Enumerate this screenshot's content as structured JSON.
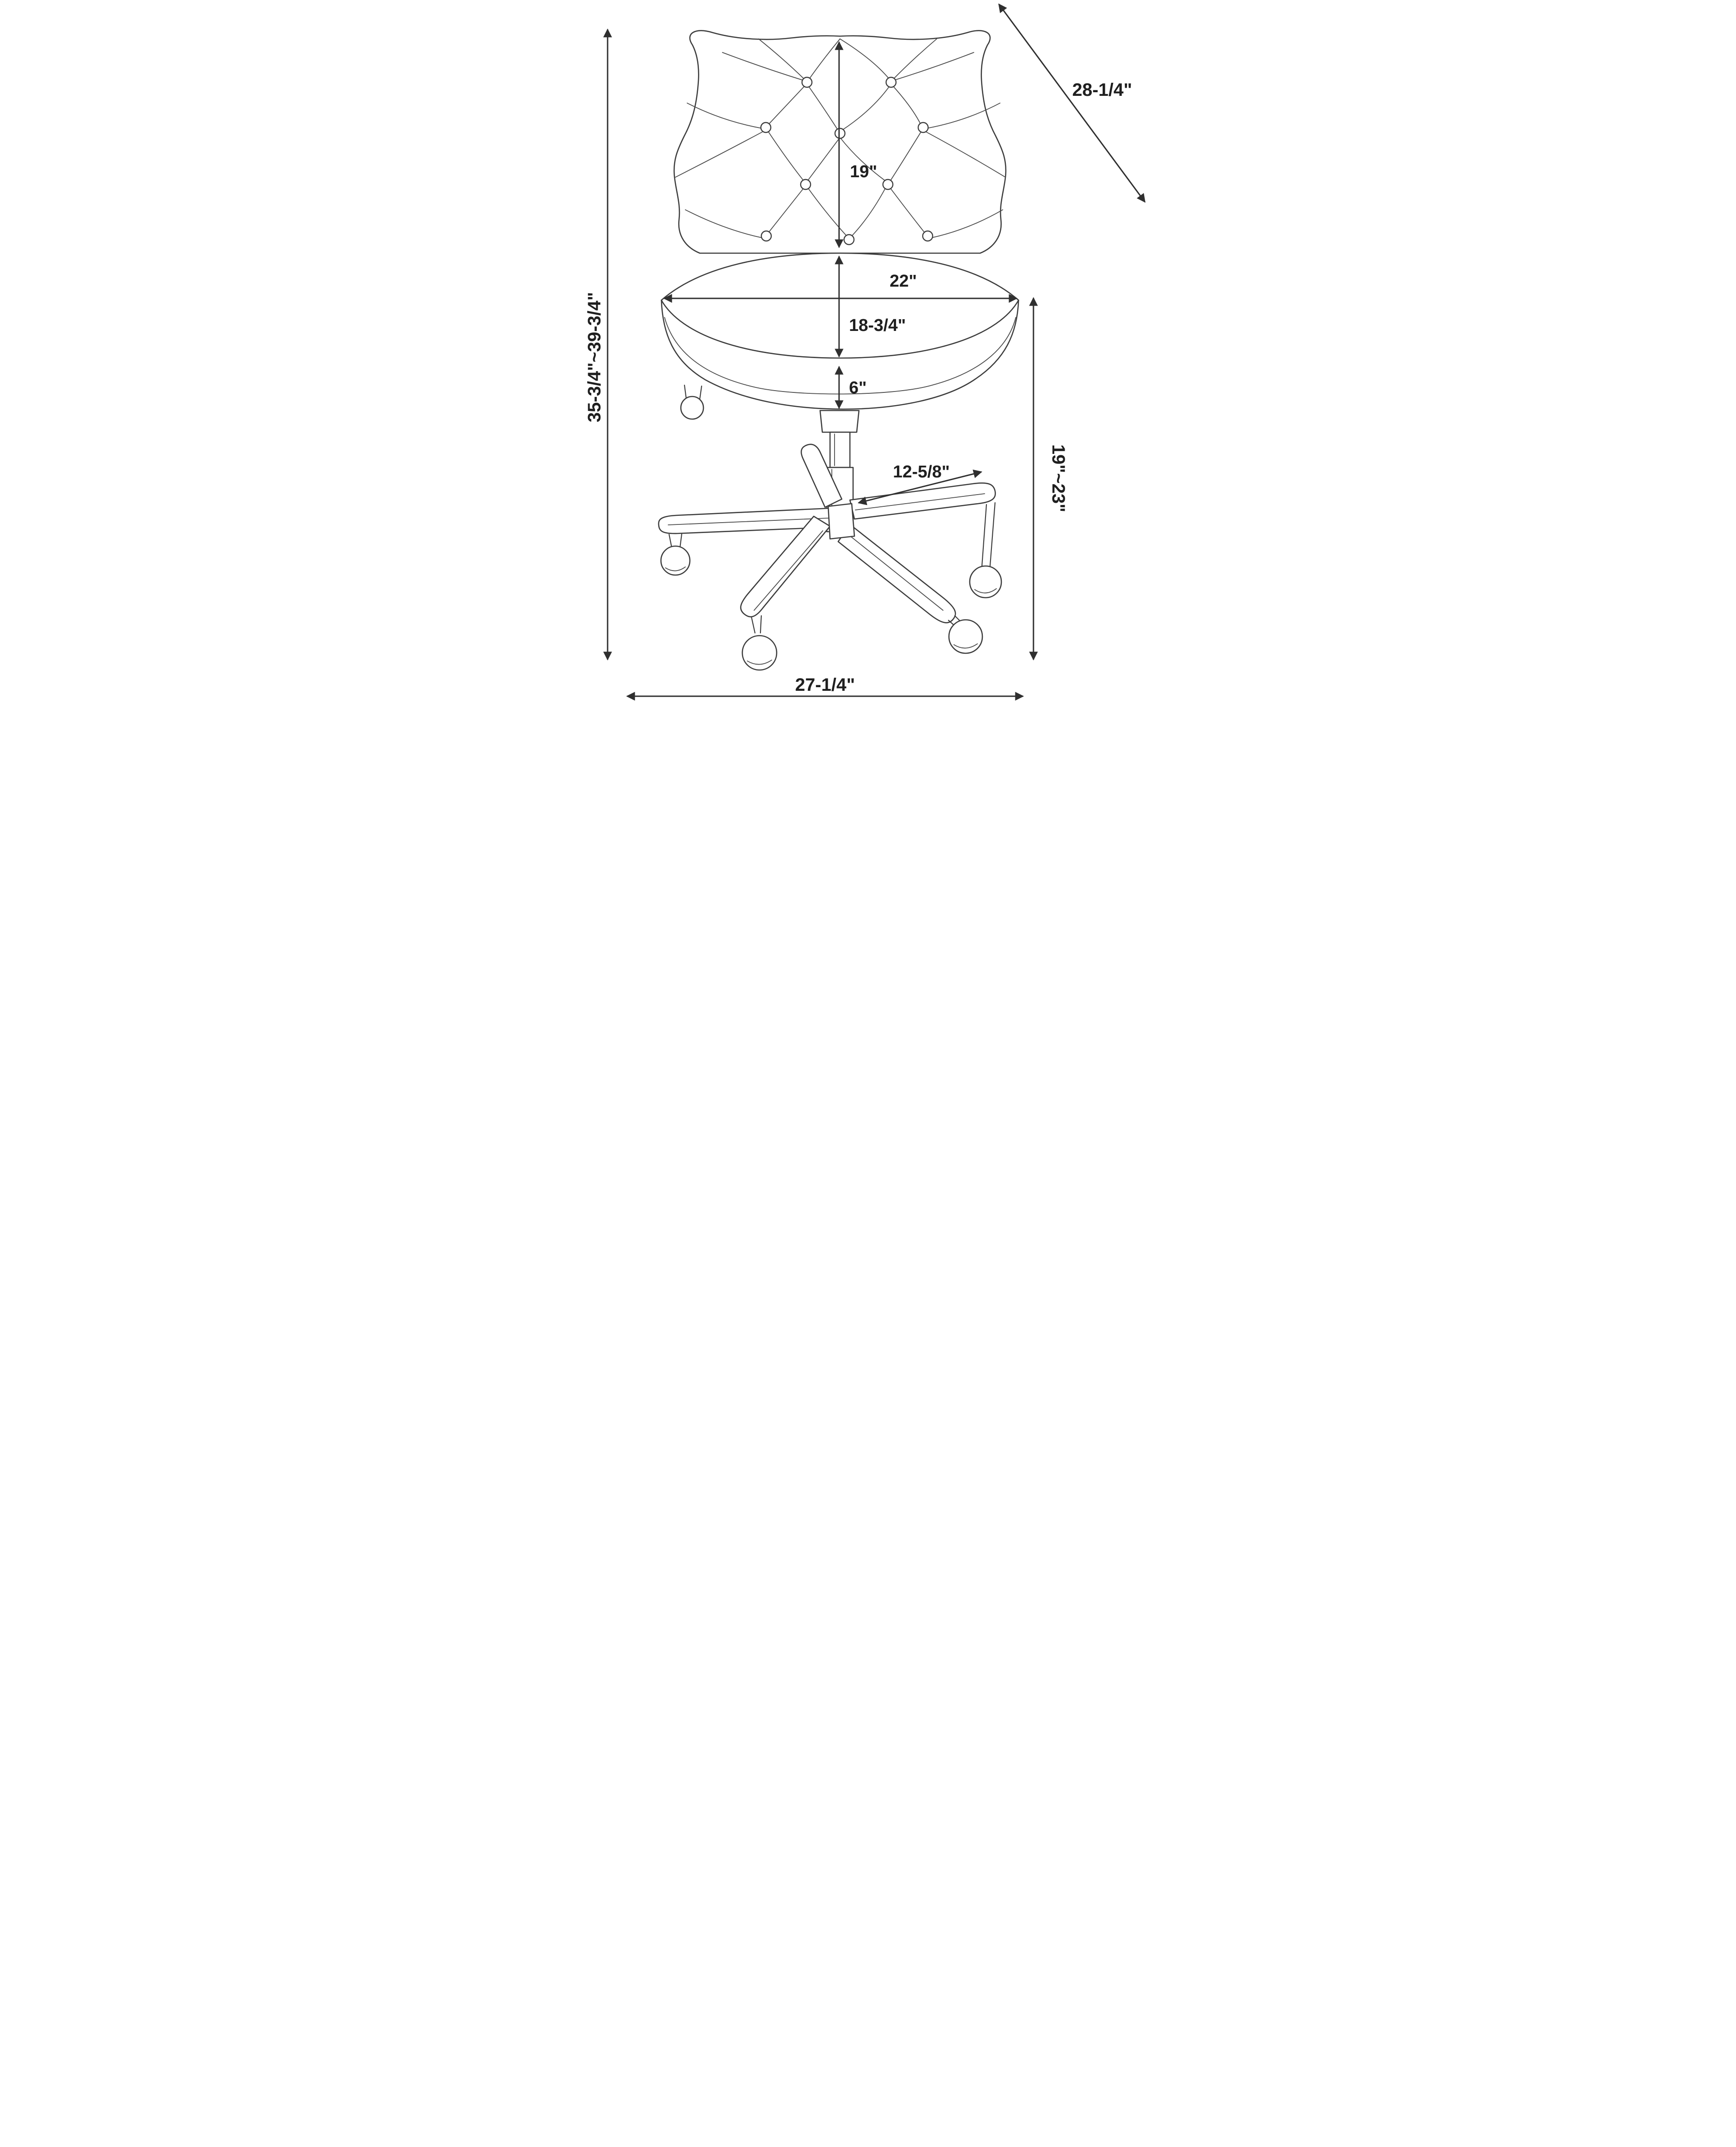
{
  "diagram": {
    "labels": {
      "overall_height": "35-3/4\"~39-3/4\"",
      "back_diagonal": "28-1/4\"",
      "back_height": "19\"",
      "seat_width": "22\"",
      "seat_depth": "18-3/4\"",
      "seat_thickness": "6\"",
      "leg_length": "12-5/8\"",
      "seat_height_range": "19\"~23\"",
      "base_width": "27-1/4\""
    },
    "colors": {
      "line": "#3d3d3d",
      "arrow": "#2f2f2f",
      "text": "#1f1f1f",
      "background": "#ffffff"
    }
  }
}
